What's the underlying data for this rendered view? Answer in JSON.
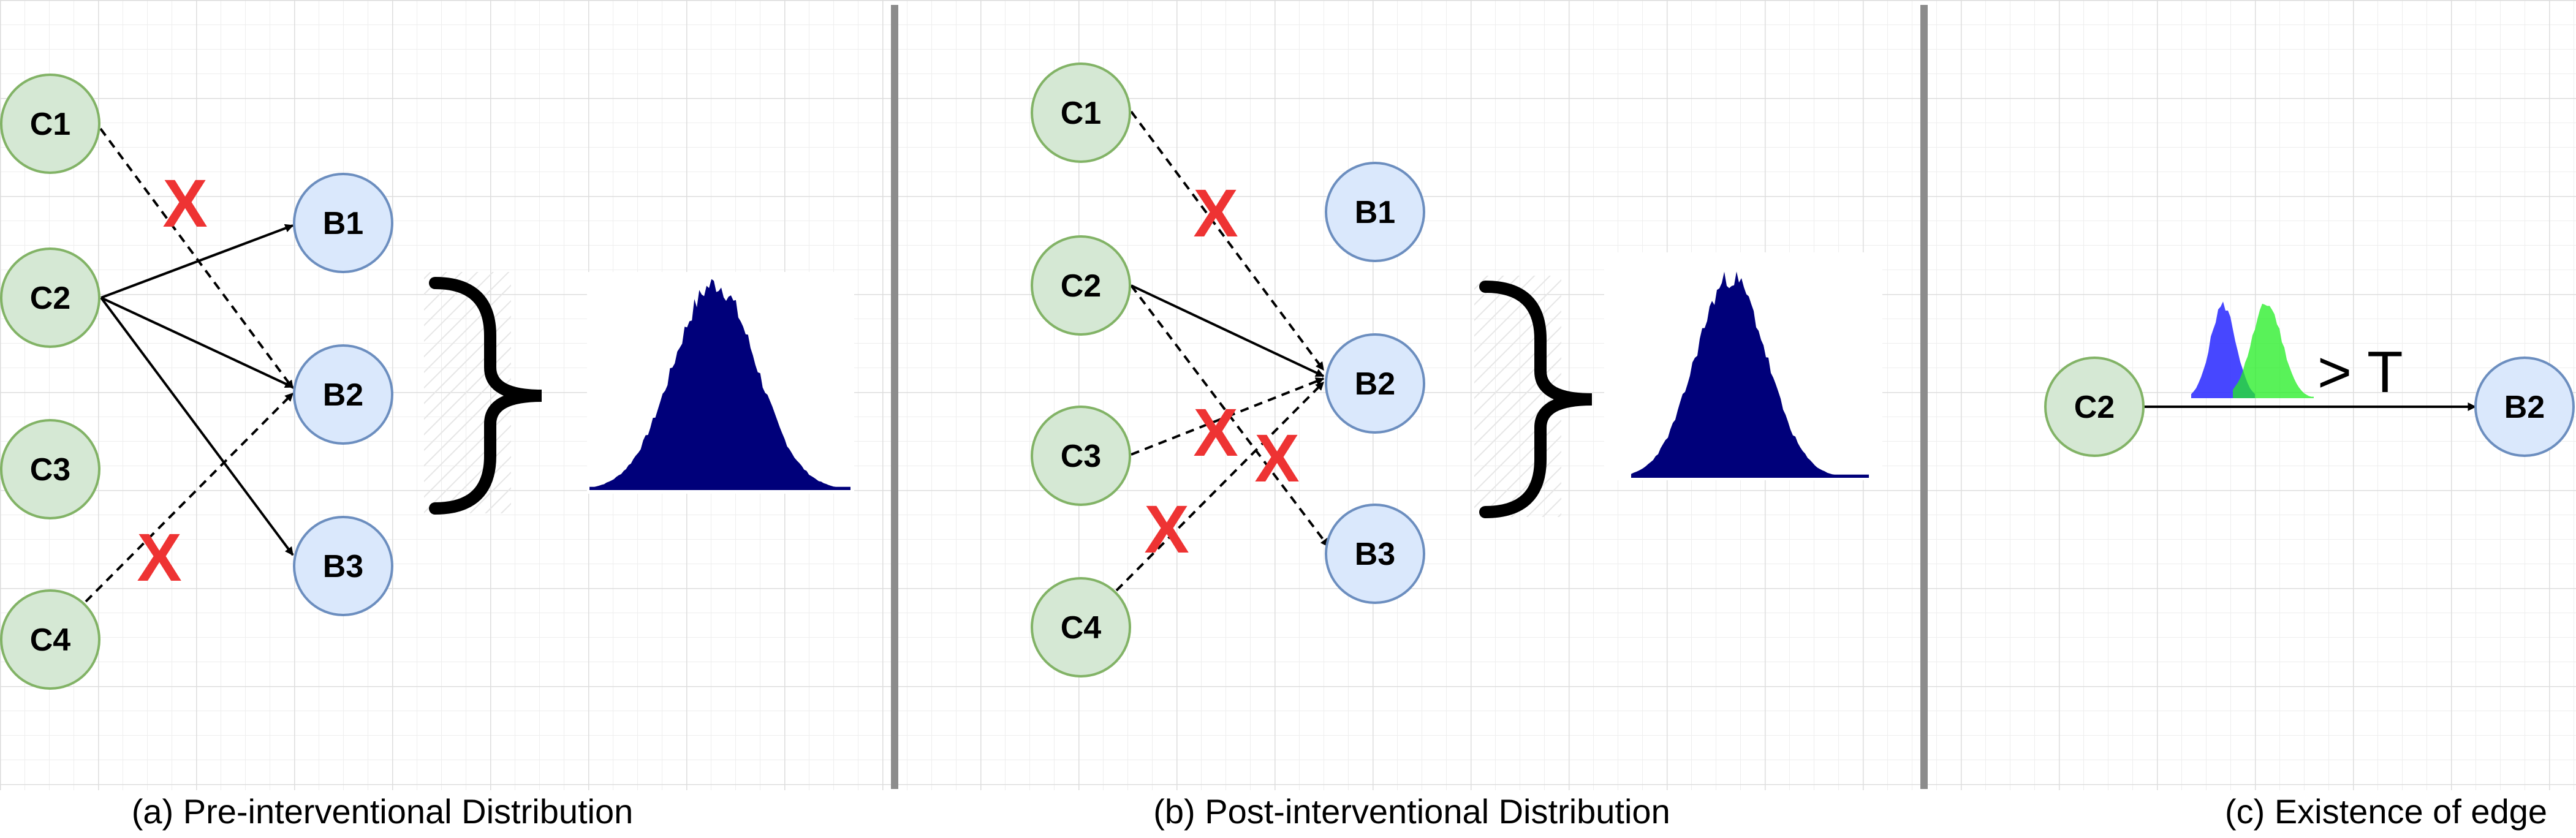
{
  "colors": {
    "cause_fill": "#d5e8d4",
    "cause_stroke": "#82b366",
    "effect_fill": "#dae8fc",
    "effect_stroke": "#6c8ebf",
    "cross": "#ee3333",
    "histogram": "#00007a",
    "separator": "#8c8c8c",
    "grid_minor": "#eeeeee",
    "grid_major": "#dddddd",
    "dist_blue": "#3333ff",
    "dist_green": "#22ee22"
  },
  "panels": [
    {
      "id": "a",
      "caption": "(a) Pre-interventional Distribution",
      "cause_nodes": [
        "C1",
        "C2",
        "C3",
        "C4"
      ],
      "effect_nodes": [
        "B1",
        "B2",
        "B3"
      ],
      "edges": [
        {
          "from": "C1",
          "to": "B2",
          "style": "dashed",
          "blocked": true
        },
        {
          "from": "C2",
          "to": "B1",
          "style": "solid",
          "blocked": false
        },
        {
          "from": "C2",
          "to": "B2",
          "style": "solid",
          "blocked": false
        },
        {
          "from": "C2",
          "to": "B3",
          "style": "solid",
          "blocked": false
        },
        {
          "from": "C4",
          "to": "B2",
          "style": "dashed",
          "blocked": true
        }
      ],
      "blocked_marker": "X"
    },
    {
      "id": "b",
      "caption": "(b) Post-interventional Distribution",
      "cause_nodes": [
        "C1",
        "C2",
        "C3",
        "C4"
      ],
      "effect_nodes": [
        "B1",
        "B2",
        "B3"
      ],
      "edges": [
        {
          "from": "C1",
          "to": "B2",
          "style": "dashed",
          "blocked": true
        },
        {
          "from": "C2",
          "to": "B2",
          "style": "solid",
          "blocked": false
        },
        {
          "from": "C2",
          "to": "B3",
          "style": "dashed",
          "blocked": true
        },
        {
          "from": "C3",
          "to": "B2",
          "style": "dashed",
          "blocked": true
        },
        {
          "from": "C4",
          "to": "B2",
          "style": "dashed",
          "blocked": true
        }
      ],
      "blocked_marker": "X"
    },
    {
      "id": "c",
      "caption": "(c) Existence of edge",
      "cause_node": "C2",
      "effect_node": "B2",
      "threshold_label": "> T"
    }
  ]
}
